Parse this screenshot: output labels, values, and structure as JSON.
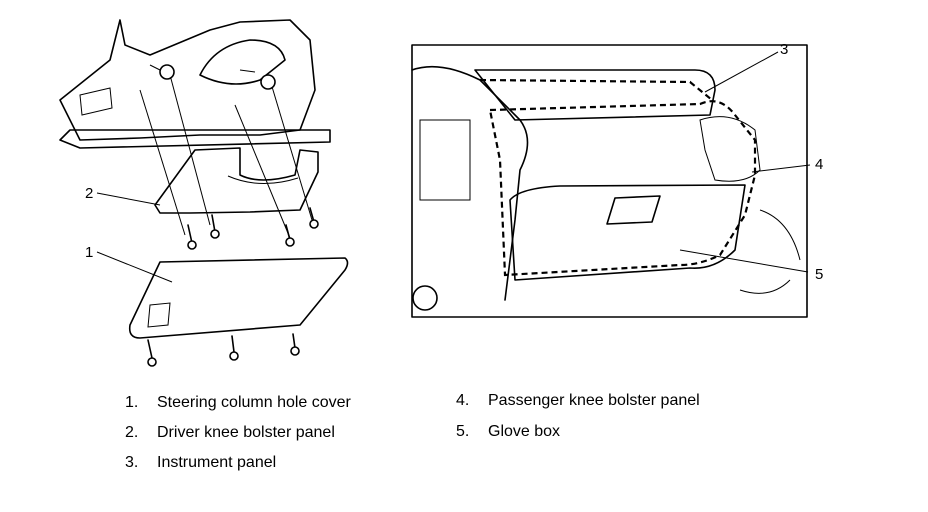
{
  "callouts": {
    "c1": "1",
    "c2": "2",
    "c3": "3",
    "c4": "4",
    "c5": "5"
  },
  "legend": [
    {
      "num": "1.",
      "label": "Steering column hole cover"
    },
    {
      "num": "2.",
      "label": "Driver knee bolster panel"
    },
    {
      "num": "3.",
      "label": "Instrument panel"
    },
    {
      "num": "4.",
      "label": "Passenger knee bolster panel"
    },
    {
      "num": "5.",
      "label": "Glove box"
    }
  ]
}
